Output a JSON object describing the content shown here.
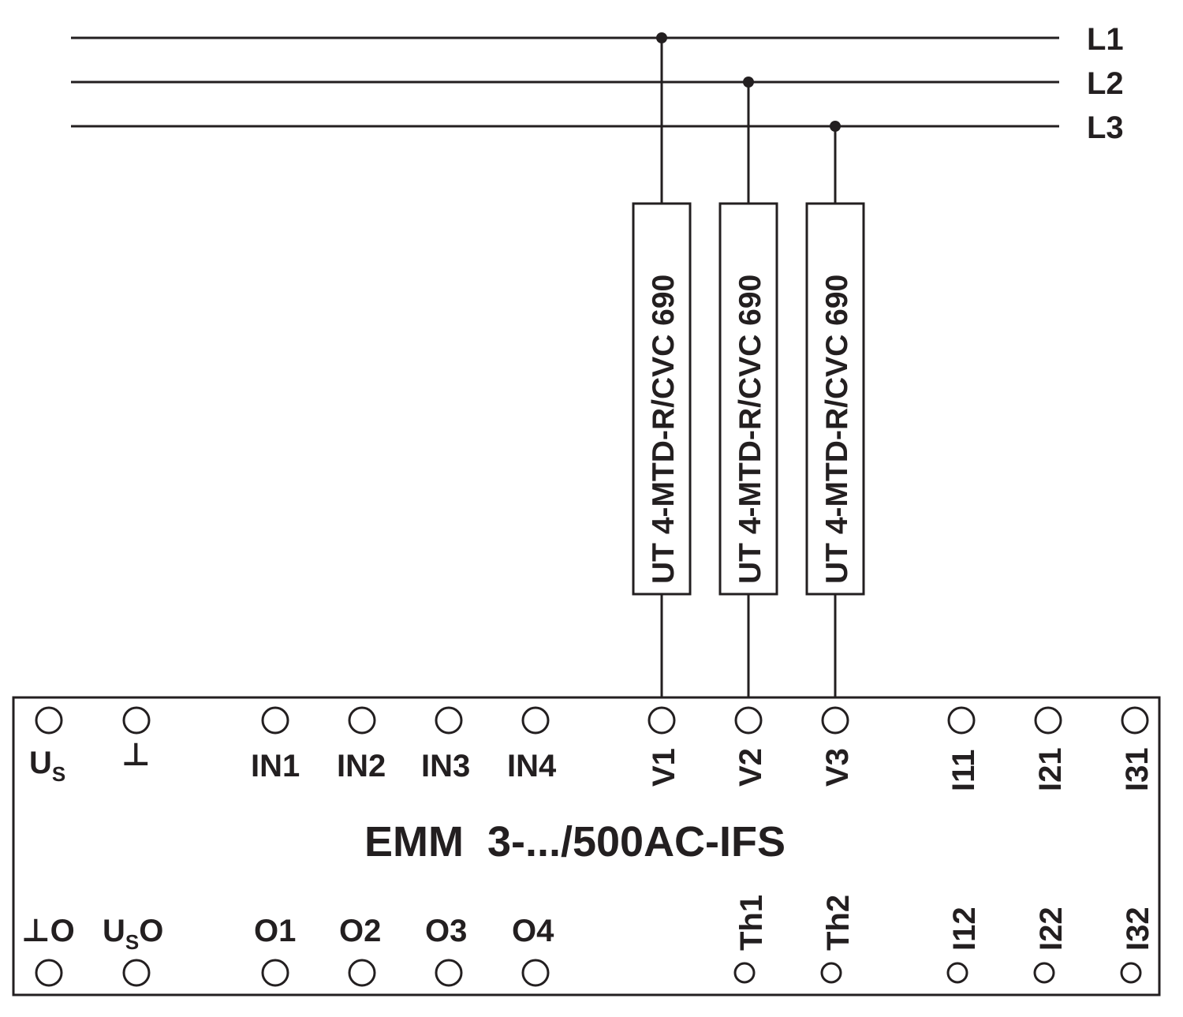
{
  "phases": [
    "L1",
    "L2",
    "L3"
  ],
  "fuses": [
    {
      "label": "UT 4-MTD-R/CVC 690"
    },
    {
      "label": "UT 4-MTD-R/CVC 690"
    },
    {
      "label": "UT 4-MTD-R/CVC 690"
    }
  ],
  "module": {
    "title": "EMM  3-.../500AC-IFS",
    "top_labels": {
      "us": "U",
      "us_sub": "S",
      "gnd": "⊥",
      "in1": "IN1",
      "in2": "IN2",
      "in3": "IN3",
      "in4": "IN4",
      "v1": "V1",
      "v2": "V2",
      "v3": "V3",
      "i11": "I11",
      "i21": "I21",
      "i31": "I31"
    },
    "bottom_labels": {
      "gnd_o": "⊥O",
      "uso_u": "U",
      "uso_sub": "S",
      "uso_o": "O",
      "o1": "O1",
      "o2": "O2",
      "o3": "O3",
      "o4": "O4",
      "th1": "Th1",
      "th2": "Th2",
      "i12": "I12",
      "i22": "I22",
      "i32": "I32"
    }
  },
  "colors": {
    "ink": "#231f20",
    "background": "#ffffff"
  }
}
